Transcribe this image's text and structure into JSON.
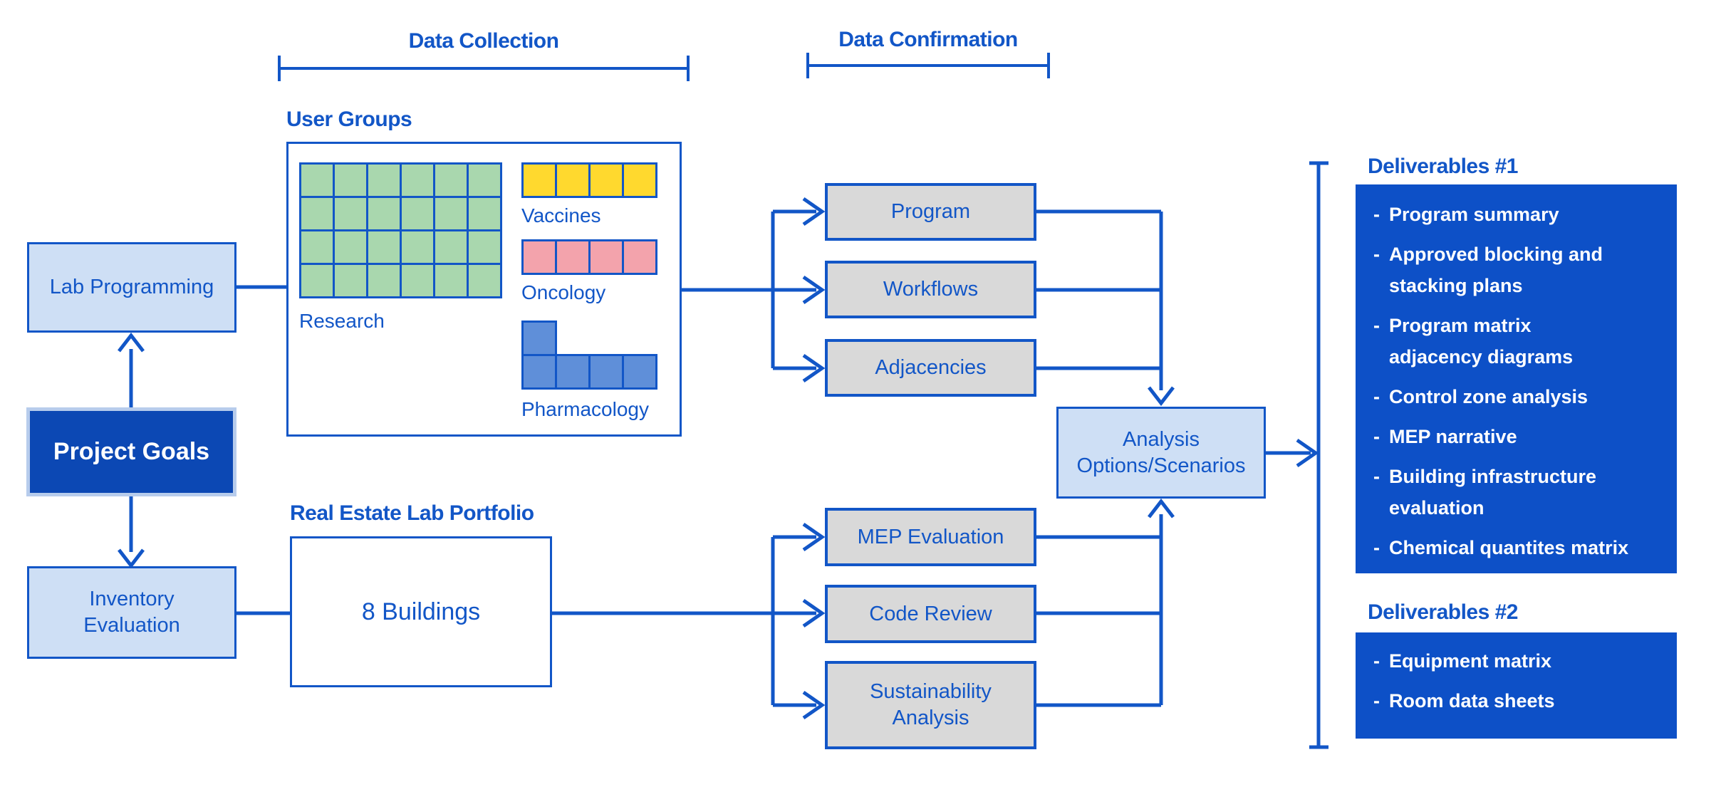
{
  "colors": {
    "primary_blue": "#1256C7",
    "dark_blue": "#0C48B4",
    "deliverables_blue": "#0D50C7",
    "light_blue_fill": "#CEDFF5",
    "project_goals_border": "#B7CCEC",
    "gray_fill": "#D9D9D9",
    "research_green": "#A9D7AE",
    "vaccines_yellow": "#FFD92E",
    "oncology_pink": "#F3A3AC",
    "pharmacology_blue": "#5F8FD9"
  },
  "headers": {
    "data_collection": "Data Collection",
    "data_confirmation": "Data Confirmation"
  },
  "left_flow": {
    "lab_programming": "Lab Programming",
    "project_goals": "Project Goals",
    "inventory_evaluation": "Inventory\nEvaluation"
  },
  "user_groups": {
    "title": "User Groups",
    "research_label": "Research",
    "vaccines_label": "Vaccines",
    "oncology_label": "Oncology",
    "pharmacology_label": "Pharmacology"
  },
  "grids": {
    "research": {
      "cols": 6,
      "rows": 4,
      "color_key": "research_green"
    },
    "vaccines": {
      "cols": 4,
      "rows": 1,
      "color_key": "vaccines_yellow"
    },
    "oncology": {
      "cols": 4,
      "rows": 1,
      "color_key": "oncology_pink"
    },
    "pharmacology": {
      "cells": [
        [
          0,
          0
        ],
        [
          0,
          1
        ],
        [
          1,
          1
        ],
        [
          2,
          1
        ],
        [
          3,
          1
        ]
      ],
      "color_key": "pharmacology_blue"
    }
  },
  "confirmation_boxes": [
    "Program",
    "Workflows",
    "Adjacencies"
  ],
  "portfolio": {
    "title": "Real Estate Lab Portfolio",
    "buildings": "8 Buildings"
  },
  "evaluation_boxes": [
    "MEP Evaluation",
    "Code Review",
    "Sustainability\nAnalysis"
  ],
  "analysis": "Analysis\nOptions/Scenarios",
  "deliverables_1": {
    "title": "Deliverables #1",
    "items": [
      "Program summary",
      "Approved blocking and\nstacking plans",
      "Program matrix\nadjacency diagrams",
      "Control zone analysis",
      "MEP narrative",
      "Building infrastructure\nevaluation",
      "Chemical quantites matrix"
    ]
  },
  "deliverables_2": {
    "title": "Deliverables #2",
    "items": [
      "Equipment matrix",
      "Room data sheets"
    ]
  }
}
